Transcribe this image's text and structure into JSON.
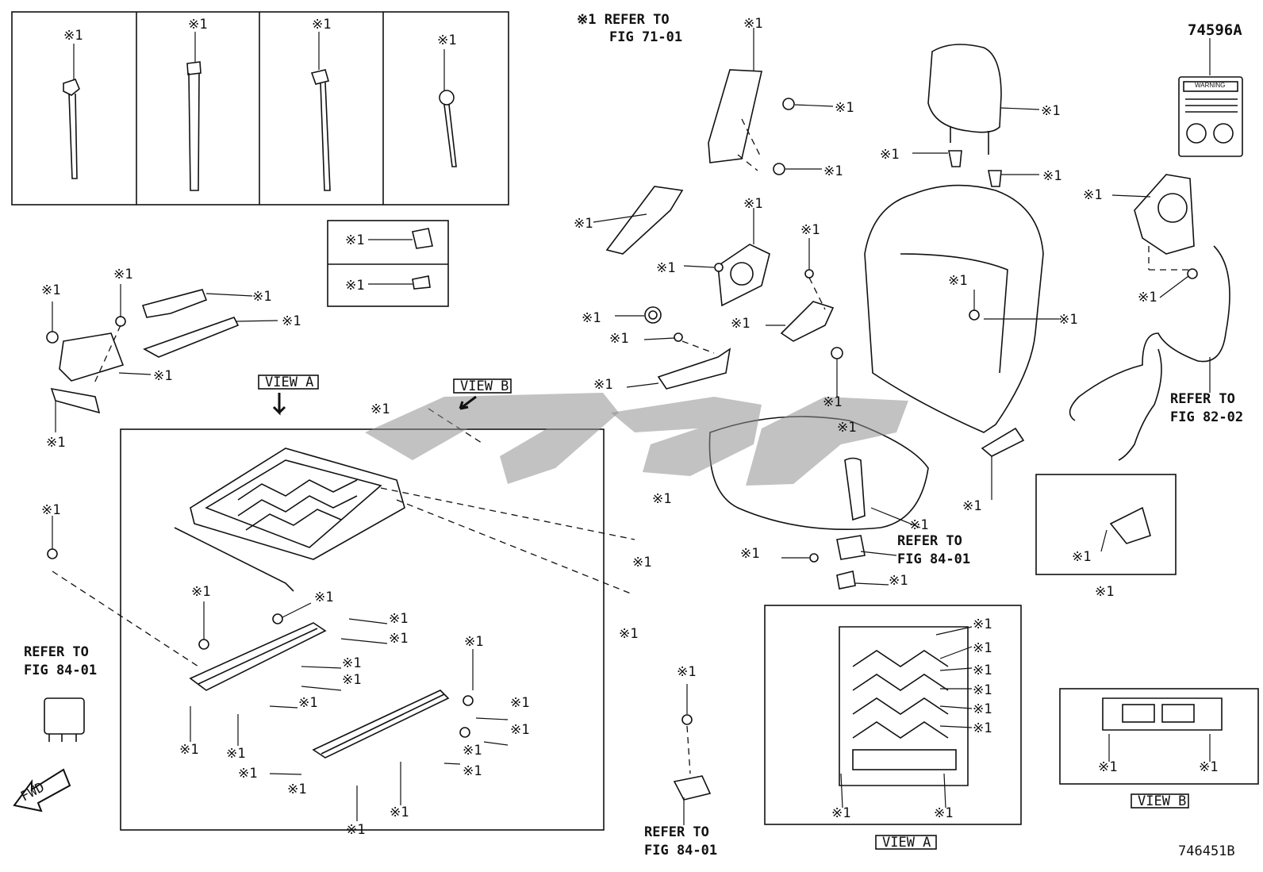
{
  "diagram_code": "746451B",
  "label_code": "74596A",
  "warning_label_text": "WARNING",
  "marker": "※1",
  "refs": {
    "fig_71_01": [
      "※1 REFER TO",
      "FIG 71-01"
    ],
    "fig_82_02": [
      "REFER TO",
      "FIG 82-02"
    ],
    "fig_84_01_right": [
      "REFER TO",
      "FIG 84-01"
    ],
    "fig_84_01_left": [
      "REFER TO",
      "FIG 84-01"
    ],
    "fig_84_01_bottom": [
      "REFER TO",
      "FIG 84-01"
    ]
  },
  "view_tags": {
    "view_a_top": "VIEW A",
    "view_b_top": "VIEW B",
    "view_a_bottom": "VIEW A",
    "view_b_bottom": "VIEW B"
  },
  "fwd_label": "FWD"
}
